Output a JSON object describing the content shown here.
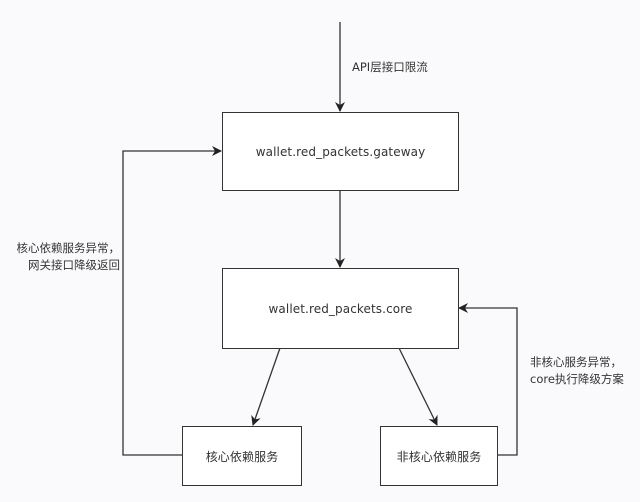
{
  "diagram": {
    "type": "flowchart",
    "colors": {
      "stroke": "#333333",
      "background": "#fafafc",
      "node_fill": "#ffffff",
      "text": "#333333"
    },
    "nodes": {
      "gateway": {
        "label": "wallet.red_packets.gateway"
      },
      "core": {
        "label": "wallet.red_packets.core"
      },
      "core_dep": {
        "label": "核心依赖服务"
      },
      "noncore_dep": {
        "label": "非核心依赖服务"
      }
    },
    "edges": [
      {
        "from": "external",
        "to": "gateway",
        "label": "API层接口限流"
      },
      {
        "from": "gateway",
        "to": "core",
        "label": ""
      },
      {
        "from": "core",
        "to": "core_dep",
        "label": ""
      },
      {
        "from": "core",
        "to": "noncore_dep",
        "label": ""
      },
      {
        "from": "core_dep",
        "to": "gateway",
        "label": "核心依赖服务异常，网关接口降级返回"
      },
      {
        "from": "noncore_dep",
        "to": "core",
        "label": "非核心服务异常，core执行降级方案"
      }
    ],
    "labels": {
      "api_rate_limit": "API层接口限流",
      "core_failure_line1": "核心依赖服务异常，",
      "core_failure_line2": "网关接口降级返回",
      "noncore_failure_line1": "非核心服务异常，",
      "noncore_failure_line2": "core执行降级方案"
    }
  }
}
